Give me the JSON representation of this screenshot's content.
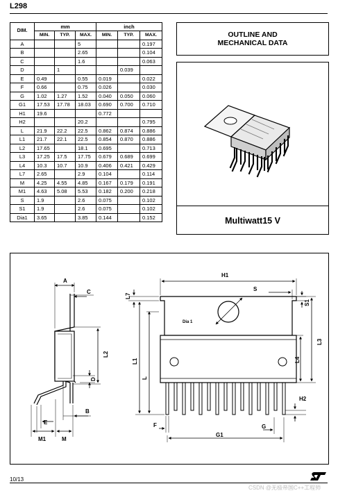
{
  "header": {
    "part_number": "L298"
  },
  "table": {
    "dim_header": "DIM.",
    "unit_mm": "mm",
    "unit_inch": "inch",
    "sub_headers": [
      "MIN.",
      "TYP.",
      "MAX.",
      "MIN.",
      "TYP.",
      "MAX."
    ],
    "rows": [
      [
        "A",
        "",
        "",
        "5",
        "",
        "",
        "0.197"
      ],
      [
        "B",
        "",
        "",
        "2.65",
        "",
        "",
        "0.104"
      ],
      [
        "C",
        "",
        "",
        "1.6",
        "",
        "",
        "0.063"
      ],
      [
        "D",
        "",
        "1",
        "",
        "",
        "0.039",
        ""
      ],
      [
        "E",
        "0.49",
        "",
        "0.55",
        "0.019",
        "",
        "0.022"
      ],
      [
        "F",
        "0.66",
        "",
        "0.75",
        "0.026",
        "",
        "0.030"
      ],
      [
        "G",
        "1.02",
        "1.27",
        "1.52",
        "0.040",
        "0.050",
        "0.060"
      ],
      [
        "G1",
        "17.53",
        "17.78",
        "18.03",
        "0.690",
        "0.700",
        "0.710"
      ],
      [
        "H1",
        "19.6",
        "",
        "",
        "0.772",
        "",
        ""
      ],
      [
        "H2",
        "",
        "",
        "20.2",
        "",
        "",
        "0.795"
      ],
      [
        "L",
        "21.9",
        "22.2",
        "22.5",
        "0.862",
        "0.874",
        "0.886"
      ],
      [
        "L1",
        "21.7",
        "22.1",
        "22.5",
        "0.854",
        "0.870",
        "0.886"
      ],
      [
        "L2",
        "17.65",
        "",
        "18.1",
        "0.695",
        "",
        "0.713"
      ],
      [
        "L3",
        "17.25",
        "17.5",
        "17.75",
        "0.679",
        "0.689",
        "0.699"
      ],
      [
        "L4",
        "10.3",
        "10.7",
        "10.9",
        "0.406",
        "0.421",
        "0.429"
      ],
      [
        "L7",
        "2.65",
        "",
        "2.9",
        "0.104",
        "",
        "0.114"
      ],
      [
        "M",
        "4.25",
        "4.55",
        "4.85",
        "0.167",
        "0.179",
        "0.191"
      ],
      [
        "M1",
        "4.63",
        "5.08",
        "5.53",
        "0.182",
        "0.200",
        "0.218"
      ],
      [
        "S",
        "1.9",
        "",
        "2.6",
        "0.075",
        "",
        "0.102"
      ],
      [
        "S1",
        "1.9",
        "",
        "2.6",
        "0.075",
        "",
        "0.102"
      ],
      [
        "Dia1",
        "3.65",
        "",
        "3.85",
        "0.144",
        "",
        "0.152"
      ]
    ]
  },
  "outline": {
    "line1": "OUTLINE AND",
    "line2": "MECHANICAL DATA"
  },
  "package": {
    "name": "Multiwatt15 V"
  },
  "drawing_labels": {
    "A": "A",
    "C": "C",
    "L2": "L2",
    "D": "D",
    "B": "B",
    "E": "E",
    "M1": "M1",
    "M": "M",
    "L7": "L7",
    "H1": "H1",
    "S": "S",
    "S1": "S1",
    "Dia1": "Dia 1",
    "L1": "L1",
    "L": "L",
    "L3": "L3",
    "L4": "L4",
    "H2": "H2",
    "F": "F",
    "G": "G",
    "G1": "G1"
  },
  "footer": {
    "page": "10/13",
    "watermark": "CSDN @无极帝国C++工程师"
  }
}
